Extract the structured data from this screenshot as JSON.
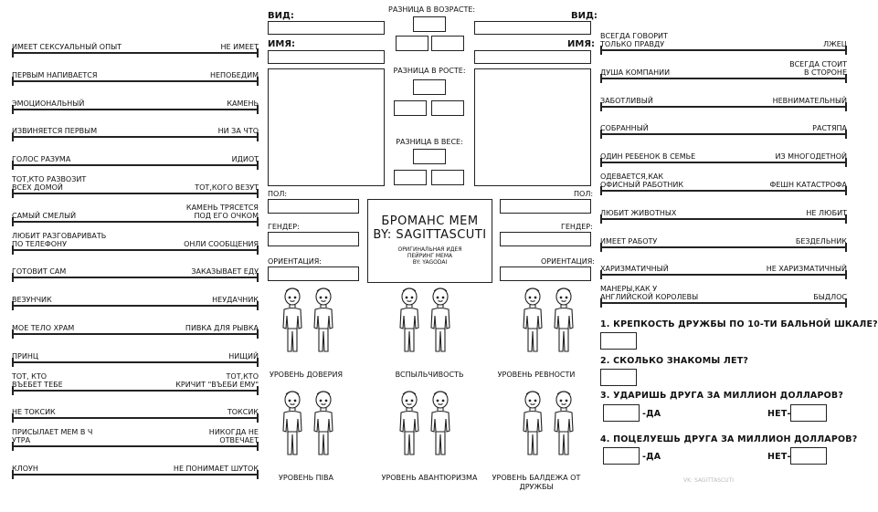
{
  "left_scales": [
    {
      "l": "ИМЕЕТ СЕКСУАЛЬНЫЙ ОПЫТ",
      "r": "НЕ ИМЕЕТ"
    },
    {
      "l": "ПЕРВЫМ НАПИВАЕТСЯ",
      "r": "НЕПОБЕДИМ"
    },
    {
      "l": "ЭМОЦИОНАЛЬНЫЙ",
      "r": "КАМЕНЬ"
    },
    {
      "l": "ИЗВИНЯЕТСЯ ПЕРВЫМ",
      "r": "НИ ЗА ЧТО"
    },
    {
      "l": "ГОЛОС РАЗУМА",
      "r": "ИДИОТ"
    },
    {
      "l": "ТОТ,КТО РАЗВОЗИТ\nВСЕХ ДОМОЙ",
      "r": "ТОТ,КОГО ВЕЗУТ"
    },
    {
      "l": "САМЫЙ СМЕЛЫЙ",
      "r": "КАМЕНЬ ТРЯСЕТСЯ\nПОД ЕГО ОЧКОМ"
    },
    {
      "l": "ЛЮБИТ РАЗГОВАРИВАТЬ\nПО ТЕЛЕФОНУ",
      "r": "ОНЛИ СООБЩЕНИЯ"
    },
    {
      "l": "ГОТОВИТ САМ",
      "r": "ЗАКАЗЫВАЕТ ЕДУ"
    },
    {
      "l": "ВЕЗУНЧИК",
      "r": "НЕУДАЧНИК"
    },
    {
      "l": "МОЕ ТЕЛО ХРАМ",
      "r": "ПИВКА ДЛЯ РЫВКА"
    },
    {
      "l": "ПРИНЦ",
      "r": "НИЩИЙ"
    },
    {
      "l": "ТОТ, КТО\nВЪЕБЕТ ТЕБЕ",
      "r": "ТОТ,КТО\nКРИЧИТ \"ВЪЕБИ ЕМУ\""
    },
    {
      "l": "НЕ ТОКСИК",
      "r": "ТОКСИК"
    },
    {
      "l": "ПРИСЫЛАЕТ МЕМ В Ч\nУТРА",
      "r": "НИКОГДА НЕ\nОТВЕЧАЕТ"
    },
    {
      "l": "КЛОУН",
      "r": "НЕ ПОНИМАЕТ ШУТОК"
    }
  ],
  "right_scales": [
    {
      "l": "ВСЕГДА ГОВОРИТ\nТОЛЬКО ПРАВДУ",
      "r": "ЛЖЕЦ"
    },
    {
      "l": "ДУША КОМПАНИИ",
      "r": "ВСЕГДА СТОИТ\nВ СТОРОНЕ"
    },
    {
      "l": "ЗАБОТЛИВЫЙ",
      "r": "НЕВНИМАТЕЛЬНЫЙ"
    },
    {
      "l": "СОБРАННЫЙ",
      "r": "РАСТЯПА"
    },
    {
      "l": "ОДИН РЕБЕНОК В СЕМЬЕ",
      "r": "ИЗ МНОГОДЕТНОЙ"
    },
    {
      "l": "ОДЕВАЕТСЯ,КАК\nОФИСНЫЙ РАБОТНИК",
      "r": "ФЕШН КАТАСТРОФА"
    },
    {
      "l": "ЛЮБИТ ЖИВОТНЫХ",
      "r": "НЕ ЛЮБИТ"
    },
    {
      "l": "ИМЕЕТ РАБОТУ",
      "r": "БЕЗДЕЛЬНИК"
    },
    {
      "l": "ХАРИЗМАТИЧНЫЙ",
      "r": "НЕ ХАРИЗМАТИЧНЫЙ"
    },
    {
      "l": "МАНЕРЫ,КАК У\nАНГЛИЙСКОЙ КОРОЛЕВЫ",
      "r": "БЫДЛОС"
    }
  ],
  "fields": {
    "vid": "ВИД:",
    "name": "ИМЯ:",
    "pol": "ПОЛ:",
    "gender": "ГЕНДЕР:",
    "orient": "ОРИЕНТАЦИЯ:"
  },
  "center": {
    "age_diff": "РАЗНИЦА В ВОЗРАСТЕ:",
    "height_diff": "РАЗНИЦА В РОСТЕ:",
    "weight_diff": "РАЗНИЦА В ВЕСЕ:",
    "title1": "БРОМАНС МЕМ",
    "title2": "BY: SAGITTASCUTI",
    "credit": "ОРИГИНАЛЬНАЯ ИДЕЯ\nПЕЙРИНГ МЕМА\nBY: YAGODAI"
  },
  "figures": [
    {
      "cap": "УРОВЕНЬ ДОВЕРИЯ"
    },
    {
      "cap": "ВСПЫЛЬЧИВОСТЬ"
    },
    {
      "cap": "УРОВЕНЬ РЕВНОСТИ"
    },
    {
      "cap": "УРОВЕНЬ ПІВА"
    },
    {
      "cap": "УРОВЕНЬ АВАНТЮРИЗМА"
    },
    {
      "cap": "УРОВЕНЬ БАЛДЕЖА ОТ\nДРУЖБЫ"
    }
  ],
  "questions": {
    "q1": "1. КРЕПКОСТЬ ДРУЖБЫ ПО 10-ТИ БАЛЬНОЙ ШКАЛЕ?",
    "q2": "2. СКОЛЬКО ЗНАКОМЫ ЛЕТ?",
    "q3": "3. УДАРИШЬ ДРУГА ЗА МИЛЛИОН ДОЛЛАРОВ?",
    "q4": "4. ПОЦЕЛУЕШЬ ДРУГА ЗА МИЛЛИОН ДОЛЛАРОВ?",
    "yes": "-ДА",
    "no": "НЕТ-"
  },
  "watermark": "VK: SAGITTASCUTI"
}
